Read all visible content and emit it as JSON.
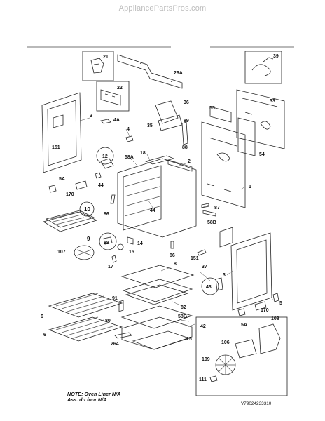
{
  "watermark": "AppliancePartsPros.com",
  "note_line1": "NOTE: Oven Liner N/A",
  "note_line2": "Ass. du four N/A",
  "model_code": "V79024233310",
  "callouts": {
    "c21": "21",
    "c26a": "26A",
    "c39": "39",
    "c22": "22",
    "c33": "33",
    "c36": "36",
    "c55": "55",
    "c3a": "3",
    "c4a": "4A",
    "c35": "35",
    "c89": "89",
    "c4": "4",
    "c151a": "151",
    "c18": "18",
    "c2": "2",
    "c88": "88",
    "c54": "54",
    "c12": "12",
    "c58a": "58A",
    "c1": "1",
    "c44a": "44",
    "c5a1": "5A",
    "c170a": "170",
    "c10": "10",
    "c86a": "86",
    "c44b": "44",
    "c87": "87",
    "c58b": "58B",
    "c9": "9",
    "c107": "107",
    "c28": "28",
    "c14": "14",
    "c15": "15",
    "c17": "17",
    "c86b": "86",
    "c151b": "151",
    "c37": "37",
    "c8": "8",
    "c3b": "3",
    "c43": "43",
    "c91": "91",
    "c82": "82",
    "c6a": "6",
    "c80": "80",
    "c58g": "58G",
    "c42": "42",
    "c6b": "6",
    "c264": "264",
    "c25": "25",
    "c5": "5",
    "c5a2": "5A",
    "c170b": "170",
    "c108": "108",
    "c106": "106",
    "c109": "109",
    "c111": "111"
  }
}
